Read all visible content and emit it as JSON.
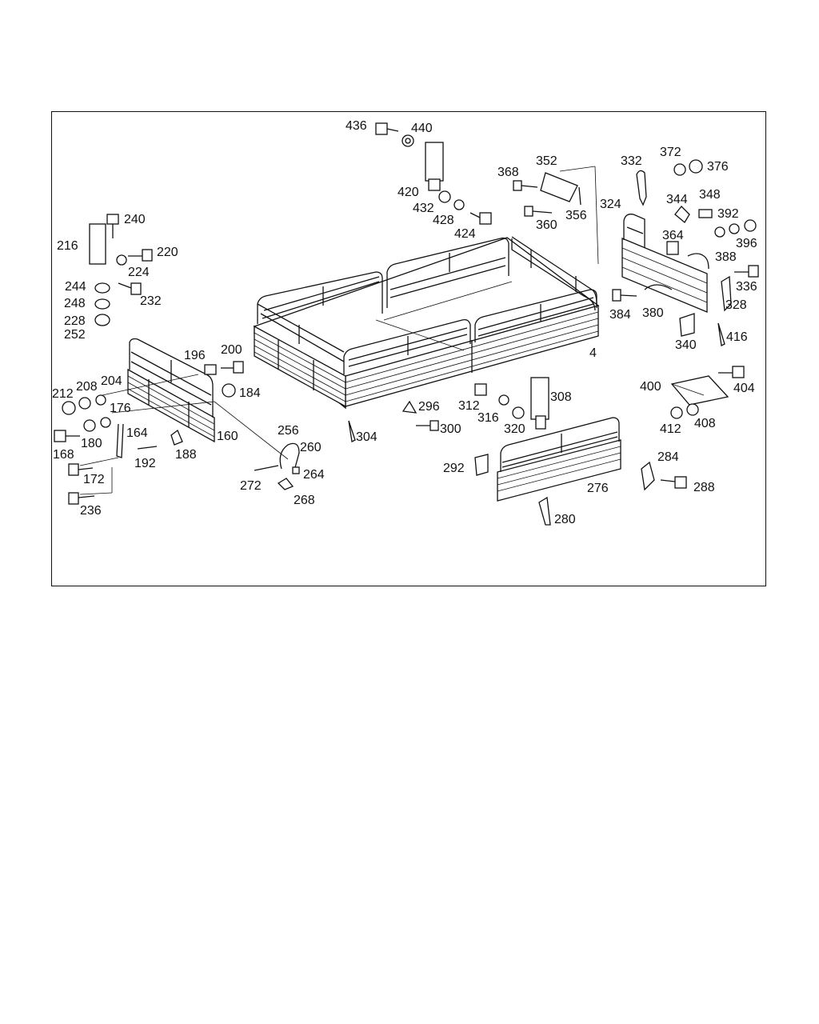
{
  "diagram": {
    "part_numbers": {
      "p436": "436",
      "p440": "440",
      "p420": "420",
      "p432": "432",
      "p428": "428",
      "p424": "424",
      "p352": "352",
      "p368": "368",
      "p360": "360",
      "p356": "356",
      "p324": "324",
      "p332": "332",
      "p372": "372",
      "p376": "376",
      "p344": "344",
      "p348": "348",
      "p392": "392",
      "p364": "364",
      "p396": "396",
      "p388": "388",
      "p336": "336",
      "p328": "328",
      "p384": "384",
      "p380": "380",
      "p340": "340",
      "p416": "416",
      "p4": "4",
      "p240": "240",
      "p216": "216",
      "p220": "220",
      "p224": "224",
      "p244": "244",
      "p232": "232",
      "p248": "248",
      "p228": "228",
      "p252": "252",
      "p196": "196",
      "p200": "200",
      "p184": "184",
      "p212": "212",
      "p208": "208",
      "p204": "204",
      "p176": "176",
      "p164": "164",
      "p160": "160",
      "p168": "168",
      "p180": "180",
      "p192": "192",
      "p188": "188",
      "p172": "172",
      "p236": "236",
      "p256": "256",
      "p260": "260",
      "p272": "272",
      "p264": "264",
      "p268": "268",
      "p296": "296",
      "p304": "304",
      "p300": "300",
      "p312": "312",
      "p316": "316",
      "p320": "320",
      "p308": "308",
      "p292": "292",
      "p276": "276",
      "p280": "280",
      "p284": "284",
      "p288": "288",
      "p400": "400",
      "p404": "404",
      "p412": "412",
      "p408": "408"
    }
  }
}
